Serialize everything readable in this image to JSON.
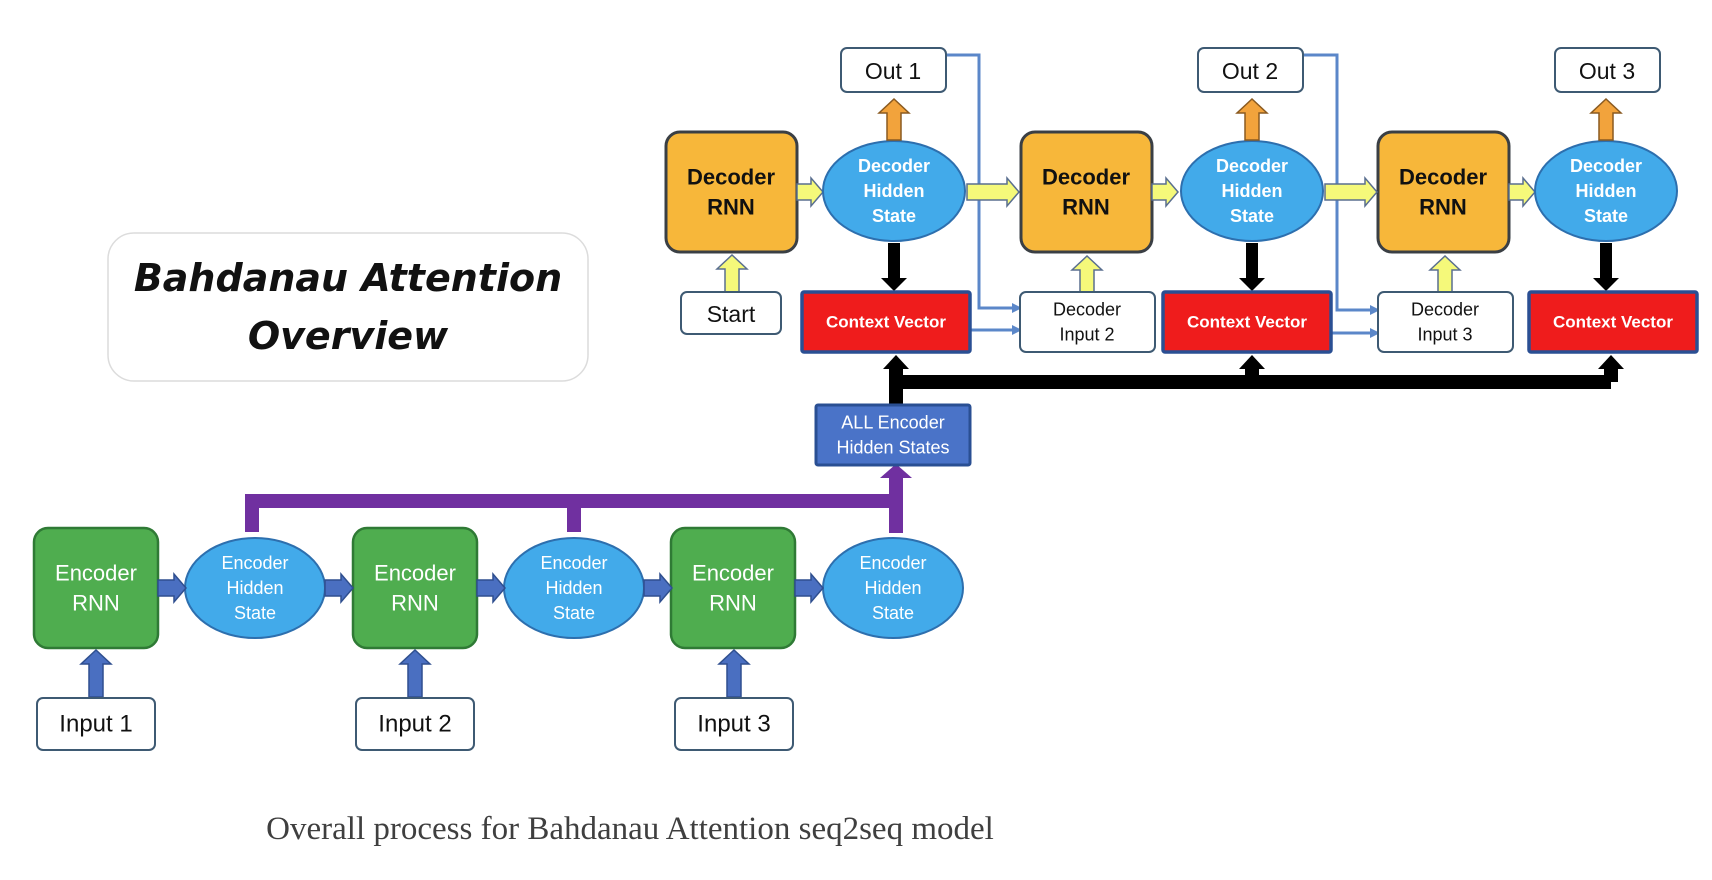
{
  "title": {
    "line1": "Bahdanau Attention",
    "line2": "Overview"
  },
  "caption": "Overall process for Bahdanau Attention seq2seq model",
  "colors": {
    "encoder_rnn": "#4fad4f",
    "encoder_rnn_border": "#2f7a35",
    "hidden_state": "#42aaea",
    "hidden_state_border": "#2d6fae",
    "decoder_rnn": "#f7b73a",
    "decoder_rnn_border": "#3a3f44",
    "context_vector": "#ef1c1c",
    "context_vector_border": "#2a4f93",
    "all_states": "#4a73c8",
    "all_states_border": "#2a4f93",
    "encoder_arrow": "#4a6fc1",
    "decoder_arrow": "#f5f97a",
    "output_arrow": "#f2a33c",
    "purple_bus": "#7030a0",
    "black_bus": "#000000",
    "feedback_line": "#5b87c9",
    "caption_text": "#3f3f3f"
  },
  "encoder": {
    "rnn_label": [
      "Encoder",
      "RNN"
    ],
    "state_label": [
      "Encoder",
      "Hidden",
      "State"
    ],
    "inputs": [
      "Input 1",
      "Input 2",
      "Input 3"
    ]
  },
  "all_states": [
    "ALL Encoder",
    "Hidden States"
  ],
  "decoder": {
    "rnn_label": [
      "Decoder",
      "RNN"
    ],
    "state_label": [
      "Decoder",
      "Hidden",
      "State"
    ],
    "start": "Start",
    "outputs": [
      "Out 1",
      "Out 2",
      "Out 3"
    ],
    "context_label": "Context Vector",
    "decoder_inputs": [
      [
        "Decoder",
        "Input 2"
      ],
      [
        "Decoder",
        "Input 3"
      ]
    ]
  }
}
